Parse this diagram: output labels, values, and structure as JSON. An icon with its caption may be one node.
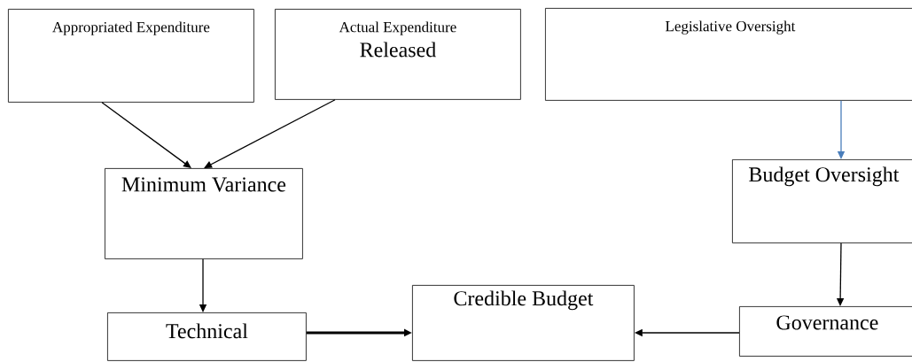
{
  "diagram": {
    "nodes": [
      {
        "text": [
          "Appropriated Expenditure"
        ]
      },
      {
        "text": [
          "Actual Expenditure",
          "Released"
        ]
      },
      {
        "text": [
          "Legislative Oversight"
        ]
      },
      {
        "text": [
          "Minimum Variance"
        ]
      },
      {
        "text": [
          "Budget Oversight"
        ]
      },
      {
        "text": [
          "Technical"
        ]
      },
      {
        "text": [
          "Credible Budget"
        ]
      },
      {
        "text": [
          "Governance"
        ]
      }
    ],
    "edges": [
      {
        "from": 0,
        "to": 3,
        "arrow": "to"
      },
      {
        "from": 1,
        "to": 3,
        "arrow": "to"
      },
      {
        "from": 2,
        "to": 4,
        "arrow": "to",
        "color": "#4a7ebb"
      },
      {
        "from": 3,
        "to": 5,
        "arrow": "to"
      },
      {
        "from": 4,
        "to": 7,
        "arrow": "to"
      },
      {
        "from": 5,
        "to": 6,
        "arrow": "to",
        "style": "thick"
      },
      {
        "from": 7,
        "to": 6,
        "arrow": "to"
      }
    ]
  }
}
